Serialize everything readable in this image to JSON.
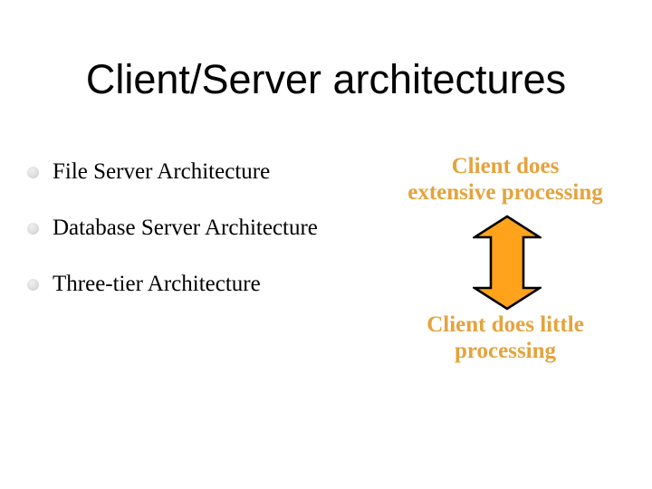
{
  "slide": {
    "title": "Client/Server architectures",
    "bullets": [
      {
        "label": "File Server Architecture"
      },
      {
        "label": "Database Server Architecture"
      },
      {
        "label": "Three-tier Architecture"
      }
    ],
    "annotation_top": {
      "line1": "Client does",
      "line2": "extensive processing"
    },
    "annotation_bottom": {
      "line1": "Client does little",
      "line2": "processing"
    },
    "arrow": {
      "icon": "double-vertical-arrow-icon",
      "fill": "#FFA21C",
      "stroke": "#000000"
    },
    "colors": {
      "background": "#FFFFFF",
      "title_text": "#000000",
      "bullet_text": "#000000",
      "bullet_dot": "#D8D8D8",
      "annotation_text": "#E5A33C"
    }
  }
}
